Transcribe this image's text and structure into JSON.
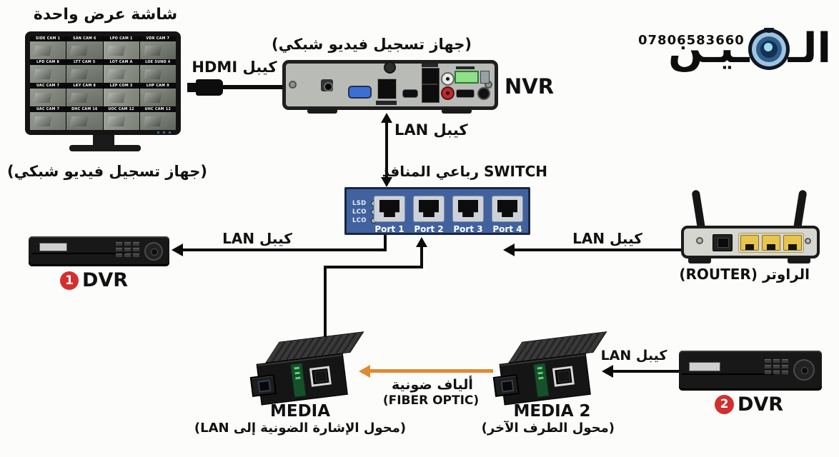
{
  "branding": {
    "phone": "07806583660",
    "logo_start": "الـ",
    "logo_end": "ـيـن"
  },
  "monitor": {
    "title": "شاشة عرض واحدة",
    "caption": "(جهاز تسجيل فيديو شبكي)",
    "cameras": [
      "SIDE CAM 1",
      "SAN CAM 6",
      "LPO CAM 1",
      "VDR CAM 7",
      "LPD CAM 8",
      "LTT CAM 5",
      "LOT CAM A",
      "LOE SUND 4",
      "UAC CAM 7",
      "LKY CAM 8",
      "LZP COM 3",
      "LHP CAM 9",
      "UAC CAM 7",
      "DHC CAM 16",
      "UOC CAM 12",
      "UHC CAM 12"
    ]
  },
  "nvr": {
    "caption": "(جهاز تسجيل فيديو شبكي)",
    "label": "NVR"
  },
  "cables": {
    "hdmi": "كيبل HDMI",
    "lan_nvr_switch": "كيبل LAN",
    "lan_switch_dvr1": "كيبل LAN",
    "lan_router_switch": "كيبل LAN",
    "lan_dvr2_media2": "كيبل LAN",
    "fiber_ar": "ألياف ضونية",
    "fiber_en": "(FIBER OPTIC)"
  },
  "switch": {
    "title": "SWITCH رباعي المنافذ",
    "leds": [
      "LSD",
      "LCO",
      "LCO"
    ],
    "ports": [
      "Port 1",
      "Port 2",
      "Port 3",
      "Port 4"
    ]
  },
  "router": {
    "label": "الراوتر (ROUTER)"
  },
  "dvr1": {
    "num": "1",
    "label": "DVR"
  },
  "dvr2": {
    "num": "2",
    "label": "DVR"
  },
  "media1": {
    "name": "MEDIA",
    "caption": "(محول الإشارة الضونية إلى LAN)"
  },
  "media2": {
    "name": "MEDIA 2",
    "caption": "(محول الطرف الآخر)"
  },
  "colors": {
    "switch_blue": "#41629f",
    "fiber_orange": "#e2892f",
    "badge_red": "#d32f2f",
    "router_port_yellow": "#e6c44d"
  }
}
